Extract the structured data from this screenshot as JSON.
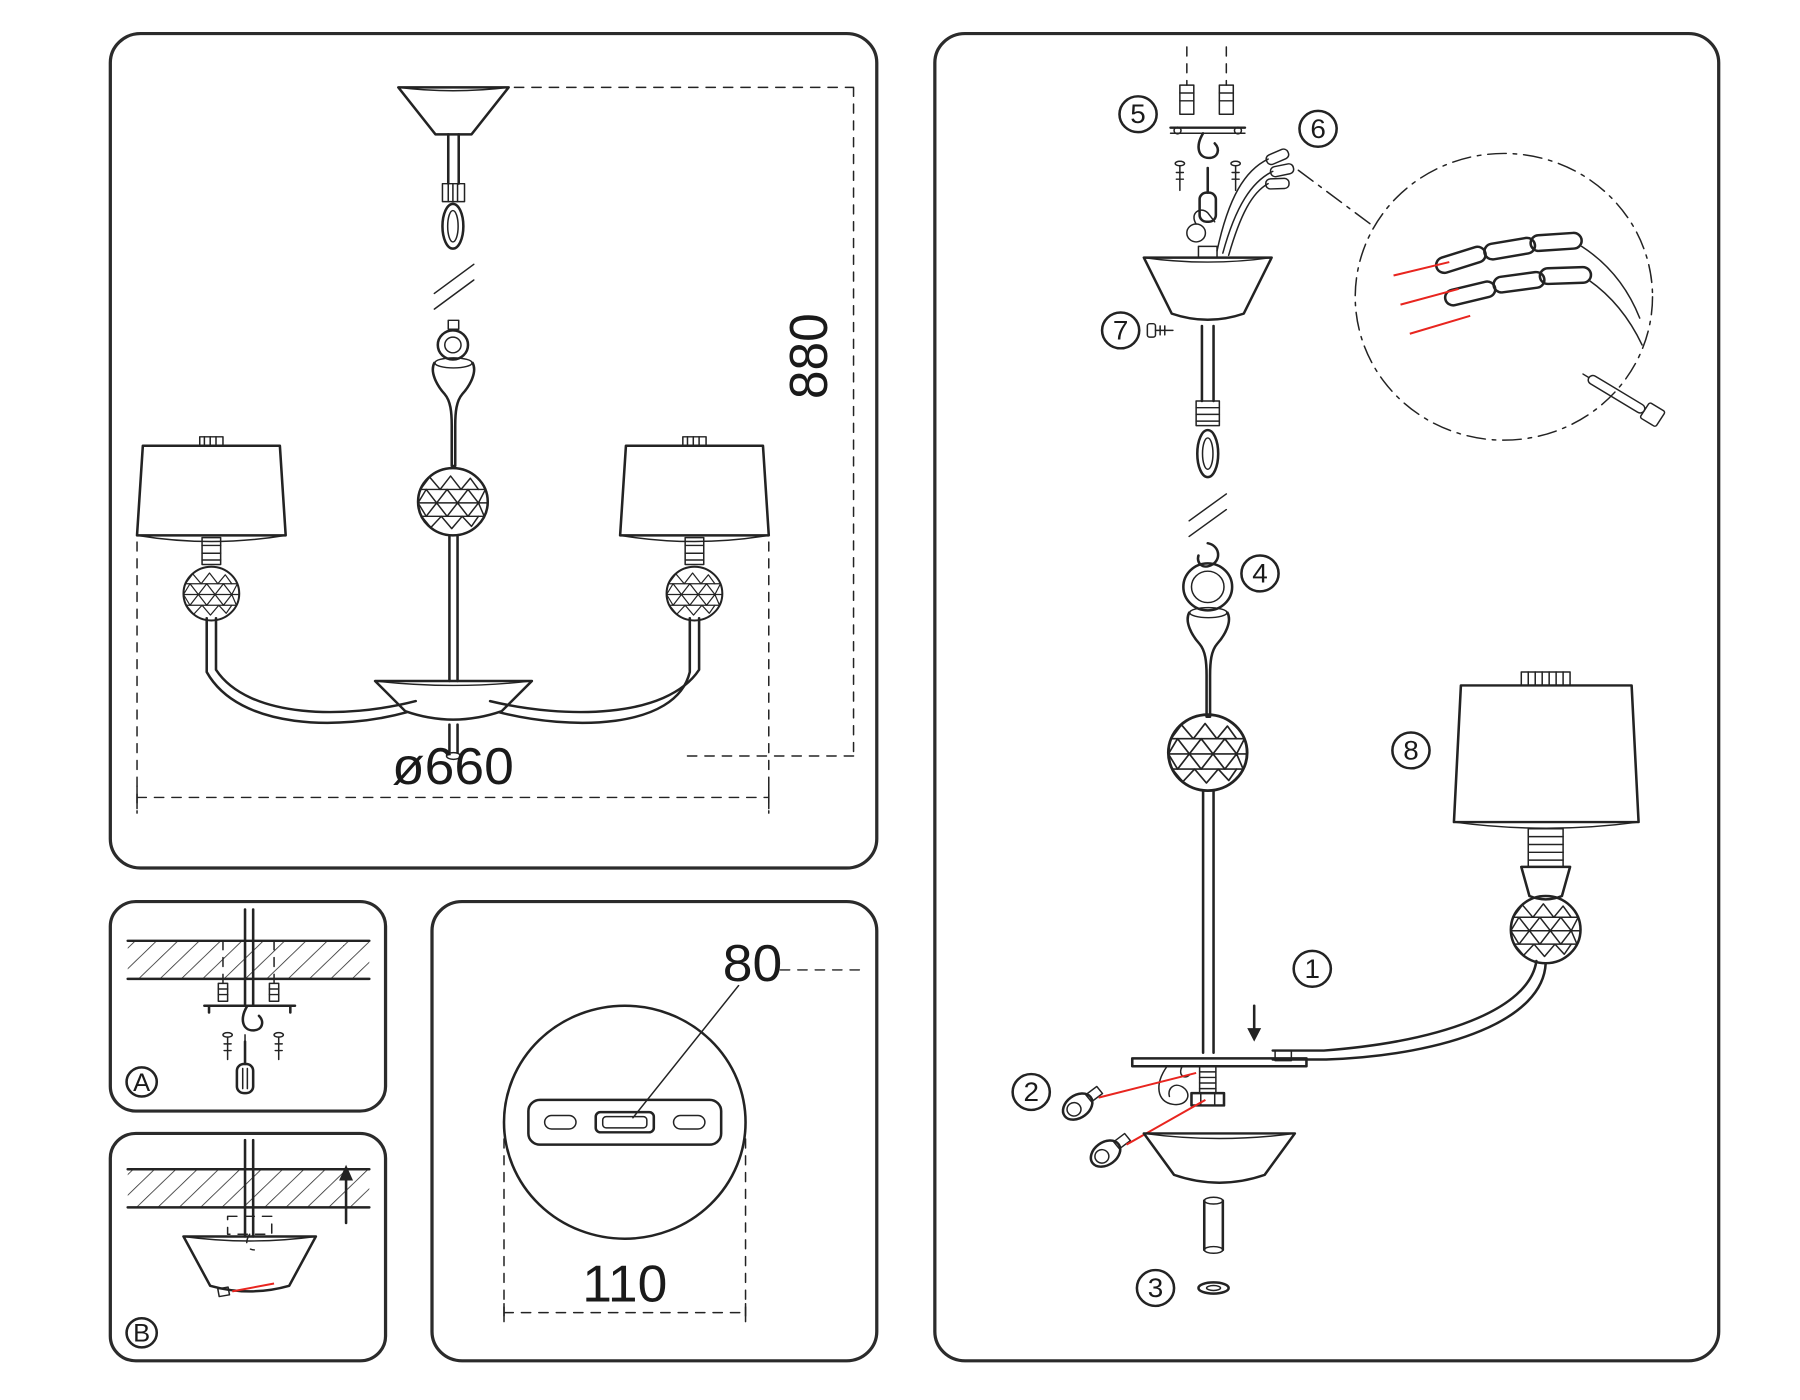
{
  "colors": {
    "line": "#232323",
    "panel_border": "#2b2b2b",
    "accent_red": "#e8251f",
    "background": "#ffffff"
  },
  "panels": {
    "overview": {
      "height_label": "880",
      "diameter_label": "ø660"
    },
    "step_a": {
      "label": "A"
    },
    "step_b": {
      "label": "B"
    },
    "bracket_detail": {
      "hole_spacing_label": "80",
      "plate_width_label": "110"
    },
    "assembly": {
      "callouts": [
        "1",
        "2",
        "3",
        "4",
        "5",
        "6",
        "7",
        "8"
      ]
    }
  }
}
